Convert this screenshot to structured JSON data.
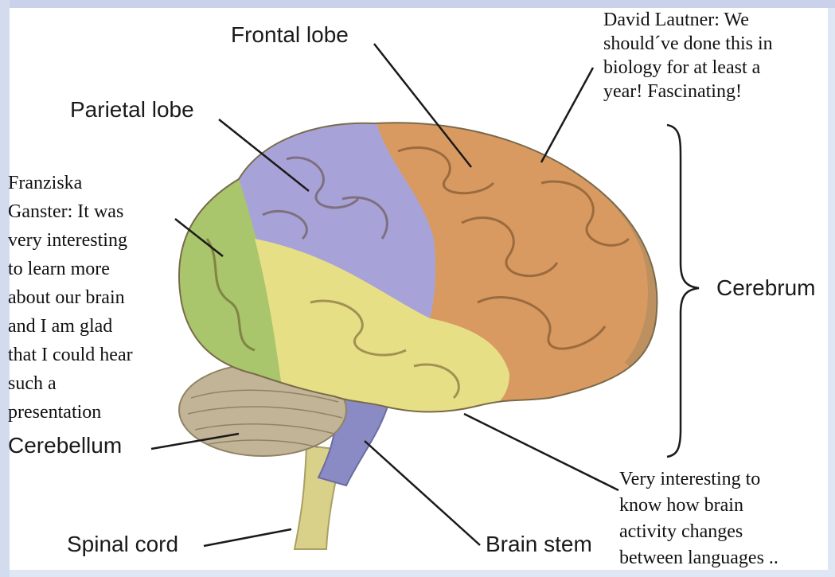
{
  "labels": {
    "frontal_lobe": "Frontal lobe",
    "parietal_lobe": "Parietal lobe",
    "cerebrum": "Cerebrum",
    "cerebellum": "Cerebellum",
    "spinal_cord": "Spinal cord",
    "brain_stem": "Brain stem"
  },
  "comments": {
    "david": [
      "David Lautner: We",
      "should´ve done this in",
      "biology for at least a",
      "year! Fascinating!"
    ],
    "franziska": [
      "Franziska",
      "Ganster: It was",
      "very interesting",
      "to learn more",
      "about our brain",
      "and I am glad",
      "that I could hear",
      "such a",
      "presentation"
    ],
    "languages": [
      "Very interesting to",
      "know how brain",
      "activity changes",
      "between languages .."
    ]
  },
  "colors": {
    "frontal": "#d99a62",
    "parietal": "#a7a3d8",
    "occipital": "#a9c66c",
    "temporal": "#e7df86",
    "cerebellum": "#c2b597",
    "stem": "#8a8bc4"
  }
}
